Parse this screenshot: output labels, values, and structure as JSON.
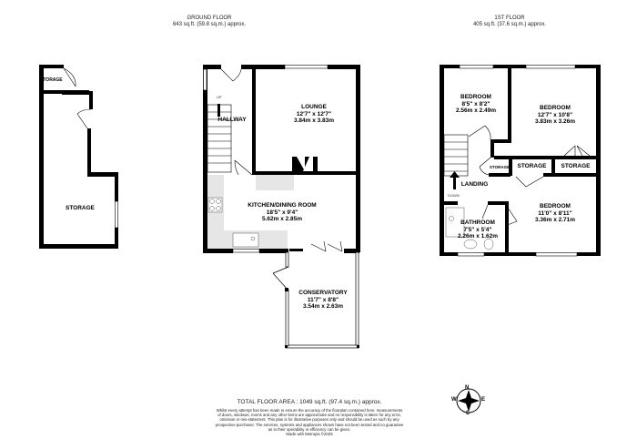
{
  "ground_floor": {
    "title": "GROUND FLOOR",
    "area": "643 sq.ft. (59.8 sq.m.) approx.",
    "rooms": [
      {
        "name": "STORAGE",
        "imperial": "",
        "metric": ""
      },
      {
        "name": "STORAGE",
        "imperial": "",
        "metric": ""
      },
      {
        "name": "HALLWAY",
        "imperial": "",
        "metric": ""
      },
      {
        "name": "LOUNGE",
        "imperial": "12'7\"  x 12'7\"",
        "metric": "3.84m  x 3.83m"
      },
      {
        "name": "KITCHEN/DINING ROOM",
        "imperial": "18'5\"  x 9'4\"",
        "metric": "5.62m  x 2.85m"
      },
      {
        "name": "CONSERVATORY",
        "imperial": "11'7\"  x 8'8\"",
        "metric": "3.54m  x 2.63m"
      }
    ],
    "stair_label": "UP"
  },
  "first_floor": {
    "title": "1ST FLOOR",
    "area": "405 sq.ft. (37.6 sq.m.) approx.",
    "rooms": [
      {
        "name": "BEDROOM",
        "imperial": "8'5\"  x 8'2\"",
        "metric": "2.56m  x 2.49m"
      },
      {
        "name": "BEDROOM",
        "imperial": "12'7\"  x 10'8\"",
        "metric": "3.83m  x 3.26m"
      },
      {
        "name": "STORAGE",
        "imperial": "",
        "metric": ""
      },
      {
        "name": "STORAGE",
        "imperial": "",
        "metric": ""
      },
      {
        "name": "STORAGE",
        "imperial": "",
        "metric": ""
      },
      {
        "name": "LANDING",
        "imperial": "",
        "metric": ""
      },
      {
        "name": "BEDROOM",
        "imperial": "11'0\"  x 8'11\"",
        "metric": "3.36m  x 2.71m"
      },
      {
        "name": "BATHROOM",
        "imperial": "7'5\"  x 5'4\"",
        "metric": "2.26m  x 1.62m"
      }
    ],
    "stair_label": "DOWN"
  },
  "footer": {
    "total": "TOTAL FLOOR AREA : 1049 sq.ft. (97.4 sq.m.) approx.",
    "disclaimer_lines": [
      "Whilst every attempt has been made to ensure the accuracy of the floorplan contained here, measurements",
      "of doors, windows, rooms and any other items are approximate and no responsibility is taken for any error,",
      "omission or mis-statement. This plan is for illustrative purposes only and should be used as such by any",
      "prospective purchaser. The services, systems and appliances shown have not been tested and no guarantee",
      "as to their operability or efficiency can be given.",
      "Made with Metropix ©2025"
    ]
  },
  "compass": {
    "n": "N",
    "e": "E",
    "s": "S",
    "w": "W"
  },
  "colors": {
    "wall": "#000000",
    "fixture_fill": "#e6e6e6",
    "background": "#ffffff"
  }
}
